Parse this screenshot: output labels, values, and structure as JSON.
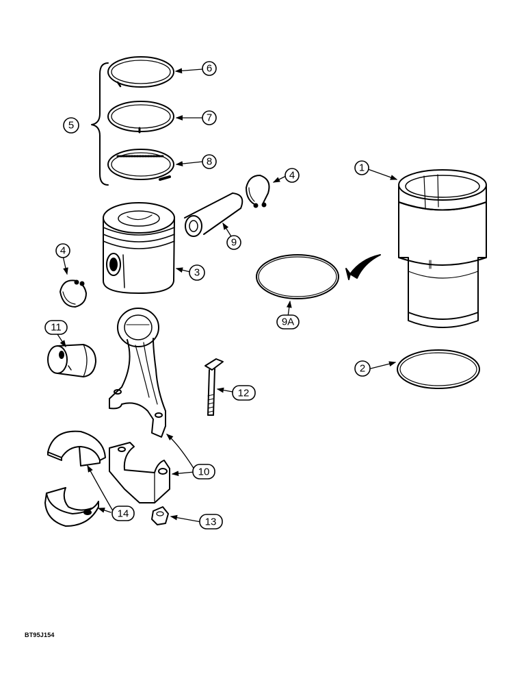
{
  "figure_code": "BT95J154",
  "callouts": {
    "c1": "1",
    "c2": "2",
    "c3": "3",
    "c4a": "4",
    "c4b": "4",
    "c5": "5",
    "c6": "6",
    "c7": "7",
    "c8": "8",
    "c9": "9",
    "c9a": "9A",
    "c10": "10",
    "c11": "11",
    "c12": "12",
    "c13": "13",
    "c14": "14"
  }
}
